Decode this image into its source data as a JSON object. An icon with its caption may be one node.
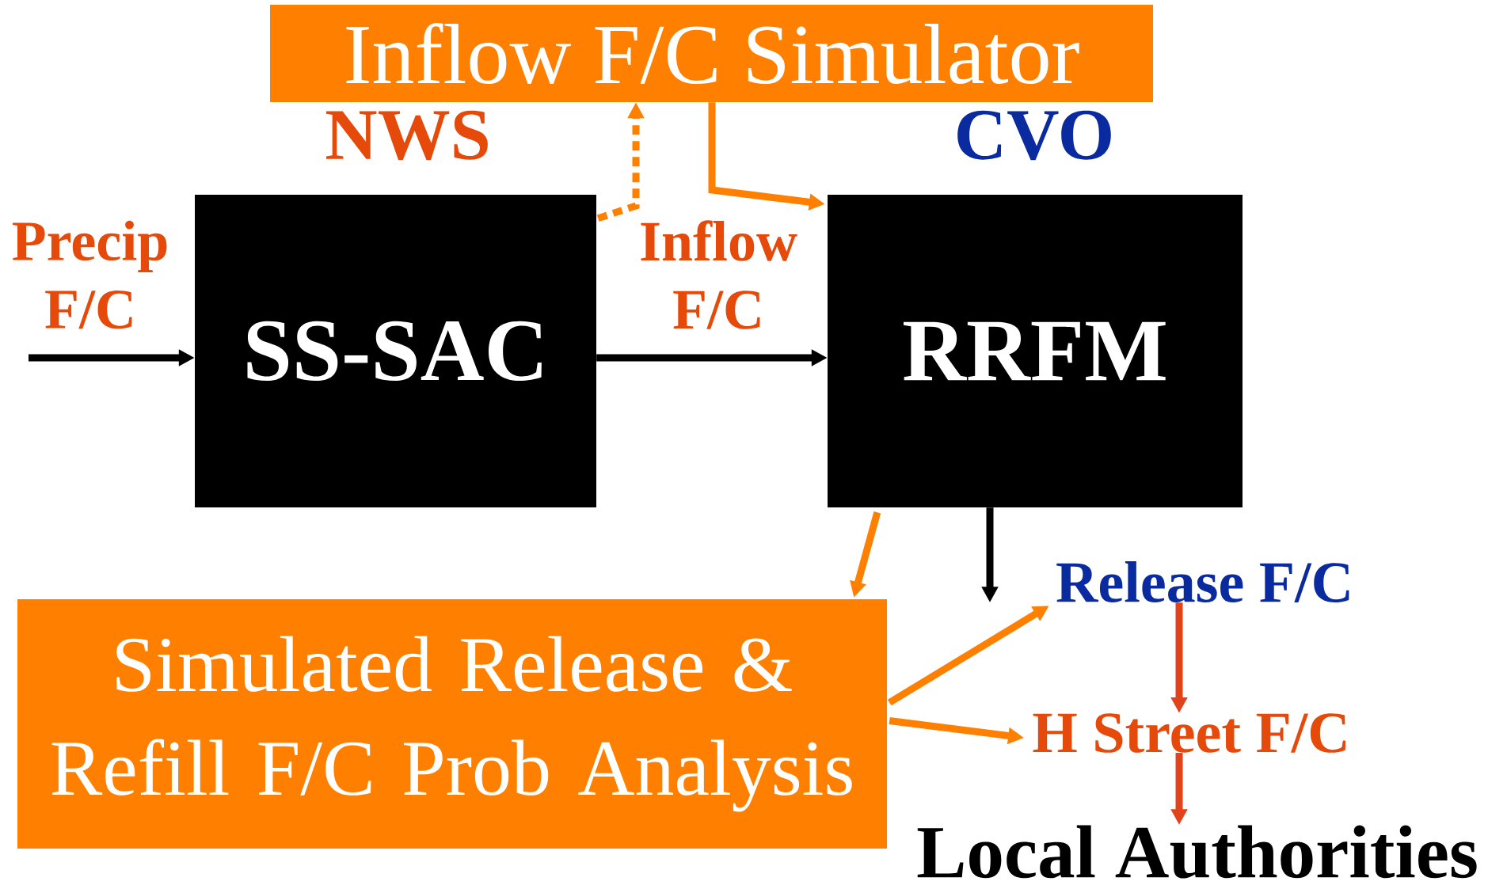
{
  "diagram": {
    "nodes": [
      {
        "text": [
          "Inflow F/C Simulator"
        ]
      },
      {
        "text": [
          "SS-SAC"
        ]
      },
      {
        "text": [
          "RRFM"
        ]
      },
      {
        "text": [
          "Simulated Release & Refill F/C Prob Analysis"
        ]
      },
      {
        "text": [
          "Release F/C"
        ]
      },
      {
        "text": [
          "H Street F/C"
        ]
      },
      {
        "text": [
          "Local Authorities"
        ]
      }
    ],
    "edges": [
      {
        "from": null,
        "to": 1,
        "arrow": "to",
        "label": "Precip F/C",
        "color": "#000000"
      },
      {
        "from": 1,
        "to": 2,
        "arrow": "to",
        "label": "Inflow F/C",
        "color": "#000000"
      },
      {
        "from": 1,
        "to": 0,
        "arrow": "to",
        "style": "dashed",
        "color": "#ff8000"
      },
      {
        "from": 0,
        "to": 2,
        "arrow": "to",
        "color": "#ff8000"
      },
      {
        "from": 2,
        "to": 3,
        "arrow": "to",
        "color": "#ff8000"
      },
      {
        "from": 2,
        "to": 4,
        "arrow": "to",
        "color": "#000000"
      },
      {
        "from": 3,
        "to": 4,
        "arrow": "to",
        "color": "#ff8000"
      },
      {
        "from": 3,
        "to": 5,
        "arrow": "to",
        "color": "#ff8000"
      },
      {
        "from": 4,
        "to": 5,
        "arrow": "to",
        "color": "#e2431a"
      },
      {
        "from": 5,
        "to": 6,
        "arrow": "to",
        "color": "#e2431a"
      }
    ],
    "labels": [
      "NWS",
      "CVO"
    ]
  }
}
